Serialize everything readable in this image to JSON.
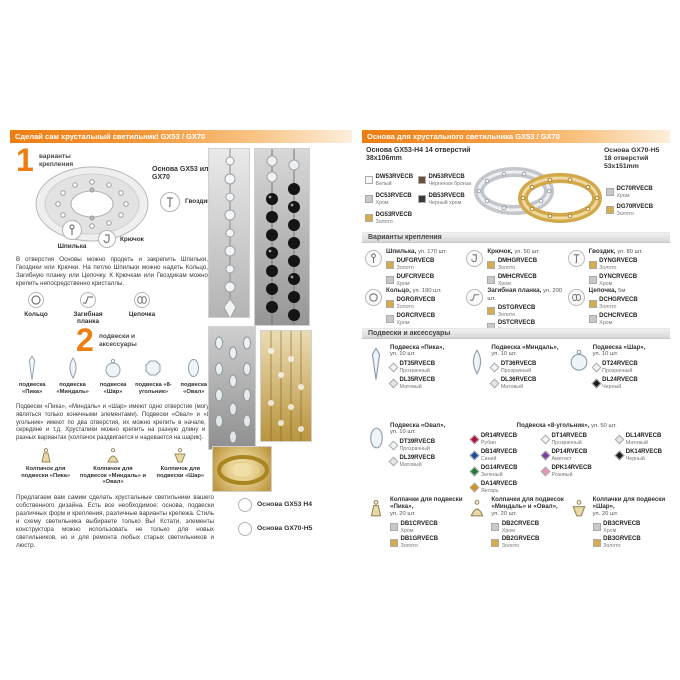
{
  "colors": {
    "accent": "#ee7d12",
    "gold": "#d7ad4c",
    "chrome": "#c6c9cd"
  },
  "left": {
    "header": "Сделай сам хрустальный светильник! GX53 / GX70",
    "step1": {
      "num": "1",
      "label": "варианты крепления"
    },
    "base_label": "Основа GX53 или GX70",
    "labels": {
      "shpilka": "Шпилька",
      "kryuchok": "Крючок",
      "gvozdik": "Гвоздик",
      "koltso": "Кольцо",
      "planka": "Загибная планка",
      "tsepochka": "Цепочка"
    },
    "paragraph1": "В отверстия Основы можно продеть и закрепить Шпильки, Гвоздики или Крючки. На петлю Шпильки можно надеть Кольцо, Загибную планку или Цепочку. К Крючкам или Гвоздикам можно крепить непосредственно кристаллы.",
    "step2": {
      "num": "2",
      "label": "подвески и аксессуары"
    },
    "pendant_labels": [
      "подвеска «Пика»",
      "подвеска «Миндаль»",
      "подвеска «Шар»",
      "подвеска «8-угольник»",
      "подвеска «Овал»"
    ],
    "paragraph2": "Подвески «Пика», «Миндаль» и «Шар» имеют одно отверстие (могут являться только конечными элементами). Подвески «Овал» и «8-угольник» имеют по два отверстия, их можно крепить в начале, в середине и т.д. Хрусталики можно крепить на разную длину и в разных вариантах (колпачок раздвигается и надевается на шарик).",
    "cap_labels": [
      "Колпачок для подвески «Пика»",
      "Колпачок для подвесок «Миндаль» и «Овал»",
      "Колпачок для подвески «Шар»"
    ],
    "paragraph3": "Предлагаем вам самим сделать хрустальные светильники вашего собственного дизайна. Есть все необходимое: основа, подвески различных форм и крепления, различные варианты крепежа. Стиль и схему светильника выбираете только Вы! Кстати, элементы конструктора можно использовать не только для новых светильников, но и для ремонта любых старых светильников и люстр.",
    "photo_labels": [
      "Основа GX53 H4",
      "Основа GX70-H5"
    ]
  },
  "right": {
    "header": "Основа для хрустального светильника GX53 / GX70",
    "product1": {
      "title": "Основа GX53-H4 14 отверстий",
      "size": "38х106mm",
      "codes": [
        {
          "code": "DW53RVECB",
          "color_name": "Белый",
          "swatch": "#f8f8f8"
        },
        {
          "code": "DN53RVECB",
          "color_name": "Черненая бронза",
          "swatch": "#6a5137"
        },
        {
          "code": "DC53RVECB",
          "color_name": "Хром",
          "swatch": "#c6c9cd"
        },
        {
          "code": "DB53RVECB",
          "color_name": "Черный хром",
          "swatch": "#3a3a3e"
        },
        {
          "code": "DG53RVECB",
          "color_name": "Золото",
          "swatch": "#d7ad4c"
        }
      ]
    },
    "product2": {
      "title": "Основа GX70-H5 18 отверстий",
      "size": "53х151mm",
      "codes": [
        {
          "code": "DC70RVECB",
          "color_name": "Хром",
          "swatch": "#c6c9cd"
        },
        {
          "code": "DG70RVECB",
          "color_name": "Золото",
          "swatch": "#d7ad4c"
        }
      ]
    },
    "section1": "Варианты крепления",
    "fasteners": [
      {
        "name": "Шпилька,",
        "pack": "уп. 170 шт.",
        "codes": [
          {
            "code": "DUFGRVECB",
            "color_name": "Золото",
            "swatch": "#d7ad4c"
          },
          {
            "code": "DUFCRVECB",
            "color_name": "Хром",
            "swatch": "#c6c9cd"
          }
        ]
      },
      {
        "name": "Крючок,",
        "pack": "уп. 50 шт.",
        "codes": [
          {
            "code": "DMHGRVECB",
            "color_name": "Золото",
            "swatch": "#d7ad4c"
          },
          {
            "code": "DMHCRVECB",
            "color_name": "Хром",
            "swatch": "#c6c9cd"
          }
        ]
      },
      {
        "name": "Гвоздик,",
        "pack": "уп. 80 шт.",
        "codes": [
          {
            "code": "DYNGRVECB",
            "color_name": "Золото",
            "swatch": "#d7ad4c"
          },
          {
            "code": "DYNCRVECB",
            "color_name": "Хром",
            "swatch": "#c6c9cd"
          }
        ]
      },
      {
        "name": "Кольцо,",
        "pack": "уп. 190 шт.",
        "codes": [
          {
            "code": "DGRGRVECB",
            "color_name": "Золото",
            "swatch": "#d7ad4c"
          },
          {
            "code": "DGRCRVECB",
            "color_name": "Хром",
            "swatch": "#c6c9cd"
          }
        ]
      },
      {
        "name": "Загибная планка,",
        "pack": "уп. 200 шт.",
        "codes": [
          {
            "code": "DSTGRVECB",
            "color_name": "Золото",
            "swatch": "#d7ad4c"
          },
          {
            "code": "DSTCRVECB",
            "color_name": "Хром",
            "swatch": "#c6c9cd"
          }
        ]
      },
      {
        "name": "Цепочка,",
        "pack": "5м",
        "codes": [
          {
            "code": "DCHGRVECB",
            "color_name": "Золото",
            "swatch": "#d7ad4c"
          },
          {
            "code": "DCHCRVECB",
            "color_name": "Хром",
            "swatch": "#c6c9cd"
          }
        ]
      }
    ],
    "section2": "Подвески и аксессуары",
    "pendants": [
      {
        "name": "Подвеска «Пика»,",
        "pack": "уп. 10 шт.",
        "codes": [
          {
            "code": "DT35RVECB",
            "color_name": "Прозрачный",
            "swatch": "#eef4f8"
          },
          {
            "code": "DL35RVECB",
            "color_name": "Матовый",
            "swatch": "#e2e6e9"
          }
        ]
      },
      {
        "name": "Подвеска «Миндаль»,",
        "pack": "уп. 10 шт.",
        "codes": [
          {
            "code": "DT36RVECB",
            "color_name": "Прозрачный",
            "swatch": "#eef4f8"
          },
          {
            "code": "DL36RVECB",
            "color_name": "Матовый",
            "swatch": "#e2e6e9"
          }
        ]
      },
      {
        "name": "Подвеска «Шар»,",
        "pack": "уп. 10 шт.",
        "codes": [
          {
            "code": "DT24RVECB",
            "color_name": "Прозрачный",
            "swatch": "#eef4f8"
          },
          {
            "code": "DL24RVECB",
            "color_name": "Черный",
            "swatch": "#1d1d1f"
          }
        ]
      },
      {
        "name": "Подвеска «Овал»,",
        "pack": "уп. 10 шт.",
        "codes": [
          {
            "code": "DT39RVECB",
            "color_name": "Прозрачный",
            "swatch": "#eef4f8"
          },
          {
            "code": "DL39RVECB",
            "color_name": "Матовый",
            "swatch": "#e2e6e9"
          }
        ]
      },
      {
        "name": "Подвеска «8-угольник»,",
        "pack": "уп. 50 шт.",
        "codes": [
          {
            "code": "DR14RVECB",
            "color_name": "Рубин",
            "swatch": "#b5123a"
          },
          {
            "code": "DB14RVECB",
            "color_name": "Синий",
            "swatch": "#1d4e9e"
          },
          {
            "code": "DG14RVECB",
            "color_name": "Зеленый",
            "swatch": "#1e7a34"
          },
          {
            "code": "DA14RVECB",
            "color_name": "Янтарь",
            "swatch": "#d6921c"
          },
          {
            "code": "DT14RVECB",
            "color_name": "Прозрачный",
            "swatch": "#eef4f8"
          },
          {
            "code": "DP14RVECB",
            "color_name": "Аметист",
            "swatch": "#7b3fa0"
          },
          {
            "code": "DPK14RVECB",
            "color_name": "Розовый",
            "swatch": "#e795bd"
          },
          {
            "code": "DL14RVECB",
            "color_name": "Матовый",
            "swatch": "#e2e6e9"
          },
          {
            "code": "DK14RVECB",
            "color_name": "Черный",
            "swatch": "#1d1d1f"
          }
        ]
      }
    ],
    "caps": [
      {
        "name": "Колпачки для подвески «Пика»,",
        "pack": "уп. 20 шт.",
        "codes": [
          {
            "code": "DB1CRVECB",
            "color_name": "Хром",
            "swatch": "#c6c9cd"
          },
          {
            "code": "DB1GRVECB",
            "color_name": "Золото",
            "swatch": "#d7ad4c"
          }
        ]
      },
      {
        "name": "Колпачки для подвесок «Миндаль» и «Овал»,",
        "pack": "уп. 20 шт.",
        "codes": [
          {
            "code": "DB2CRVECB",
            "color_name": "Хром",
            "swatch": "#c6c9cd"
          },
          {
            "code": "DB2GRVECB",
            "color_name": "Золото",
            "swatch": "#d7ad4c"
          }
        ]
      },
      {
        "name": "Колпачки для подвески «Шар»,",
        "pack": "уп. 20 шт.",
        "codes": [
          {
            "code": "DB3CRVECB",
            "color_name": "Хром",
            "swatch": "#c6c9cd"
          },
          {
            "code": "DB3GRVECB",
            "color_name": "Золото",
            "swatch": "#d7ad4c"
          }
        ]
      }
    ]
  }
}
